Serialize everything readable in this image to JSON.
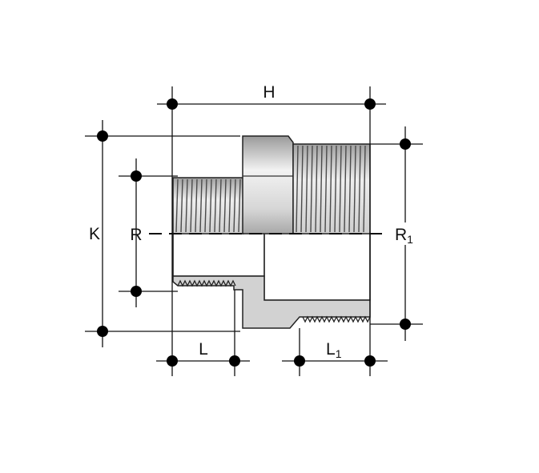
{
  "labels": {
    "H": "H",
    "K": "K",
    "R": "R",
    "R1": {
      "main": "R",
      "sub": "1"
    },
    "L": "L",
    "L1": {
      "main": "L",
      "sub": "1"
    }
  },
  "colors": {
    "line": "#111111",
    "dot": "#000000",
    "body_fill": "#dcdcdc",
    "body_fill_dark": "#bdbdbd",
    "thread": "#555555",
    "section_fill": "#cfcfcf",
    "background": "#ffffff"
  },
  "icons": {
    "dimension_terminator": "filled-circle"
  }
}
